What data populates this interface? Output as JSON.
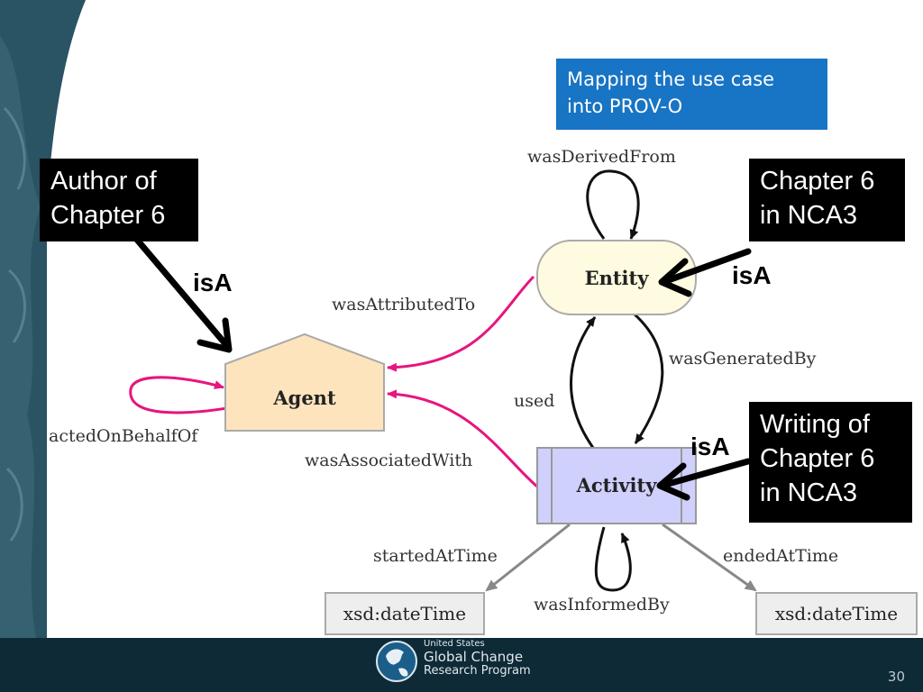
{
  "title_box": {
    "lines": [
      "Mapping the use case",
      "into PROV-O"
    ]
  },
  "callouts": {
    "author": [
      "Author of",
      "Chapter 6"
    ],
    "chapter": [
      "Chapter 6",
      "in NCA3"
    ],
    "writing": [
      "Writing of",
      "Chapter 6",
      "in NCA3"
    ]
  },
  "isa_label": "isA",
  "nodes": {
    "entity": "Entity",
    "agent": "Agent",
    "activity": "Activity",
    "datetime_left": "xsd:dateTime",
    "datetime_right": "xsd:dateTime"
  },
  "relations": {
    "was_derived_from": "wasDerivedFrom",
    "was_attributed_to": "wasAttributedTo",
    "was_generated_by": "wasGeneratedBy",
    "used": "used",
    "acted_on_behalf_of": "actedOnBehalfOf",
    "was_associated_with": "wasAssociatedWith",
    "started_at_time": "startedAtTime",
    "ended_at_time": "endedAtTime",
    "was_informed_by": "wasInformedBy"
  },
  "footer": {
    "org_line1": "United States",
    "org_line2": "Global Change",
    "org_line3": "Research Program",
    "page_number": "30"
  },
  "colors": {
    "relation_pink": "#e6157f",
    "entity_fill": "#fffbe0",
    "agent_fill": "#fde4bd",
    "activity_fill": "#cfd0fc",
    "title_box": "#1874c4"
  }
}
